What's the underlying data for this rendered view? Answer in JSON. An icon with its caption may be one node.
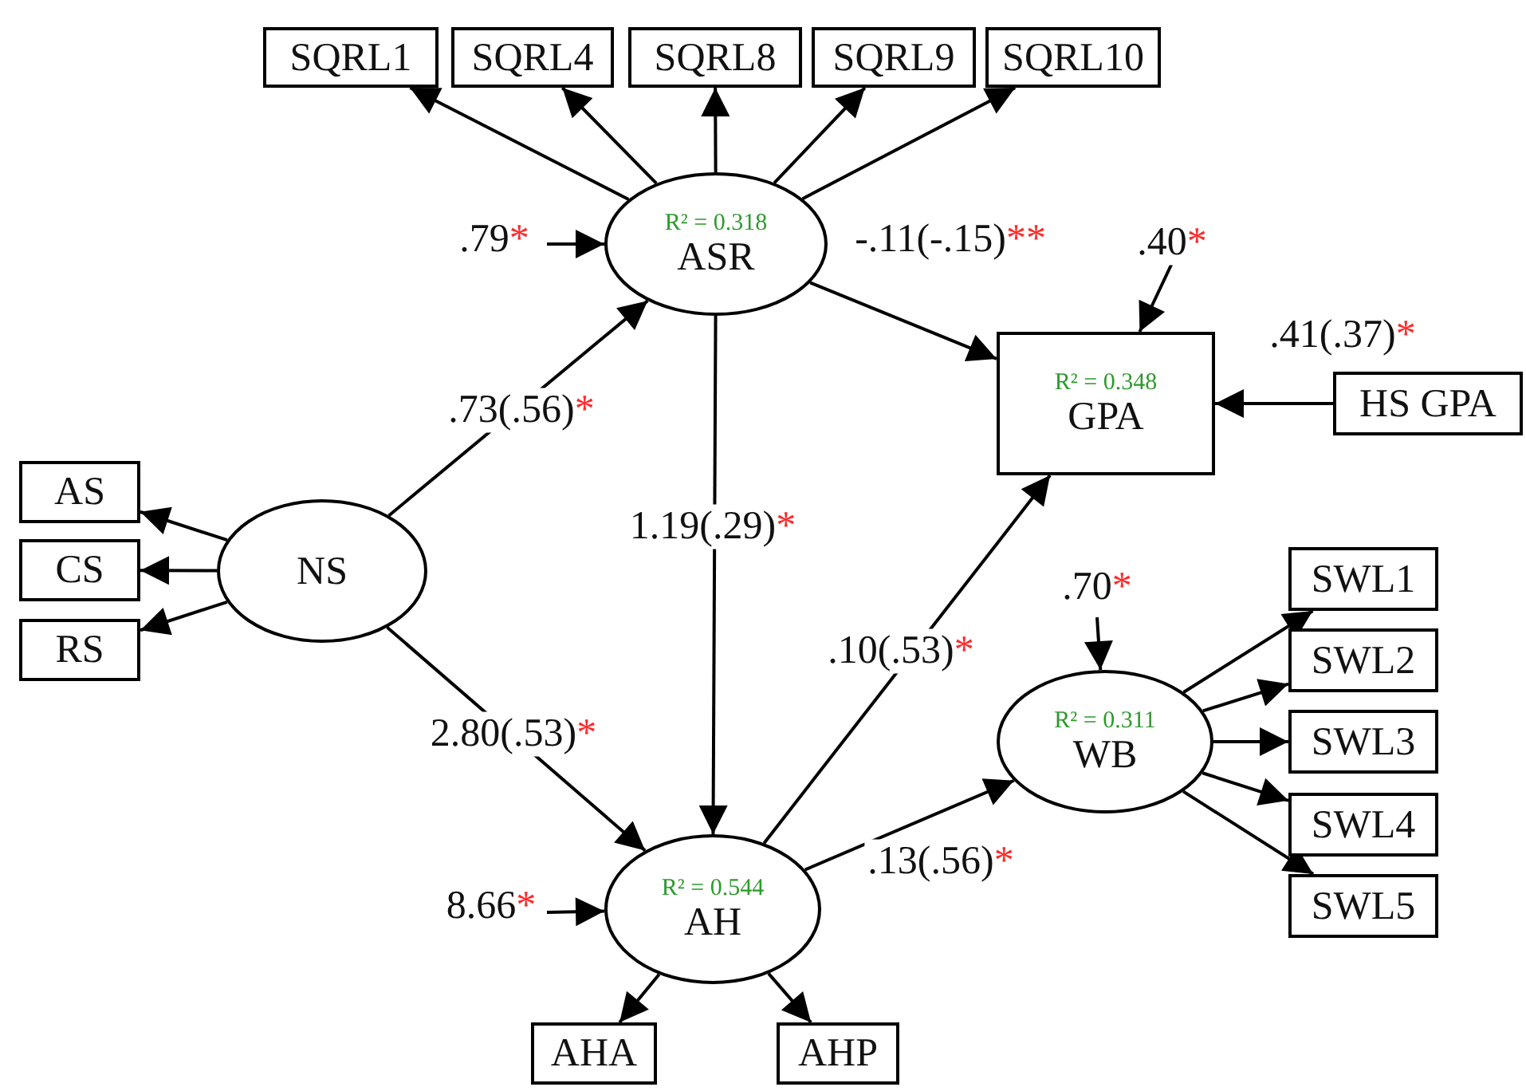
{
  "diagram": {
    "nodes": [
      {
        "text": [
          "SQRL1"
        ]
      },
      {
        "text": [
          "SQRL4"
        ]
      },
      {
        "text": [
          "SQRL8"
        ]
      },
      {
        "text": [
          "SQRL9"
        ]
      },
      {
        "text": [
          "SQRL10"
        ]
      },
      {
        "text": [
          "R² = 0.318",
          "ASR"
        ]
      },
      {
        "text": [
          "R² = 0.348",
          "GPA"
        ]
      },
      {
        "text": [
          "HS GPA"
        ]
      },
      {
        "text": [
          "AS"
        ]
      },
      {
        "text": [
          "CS"
        ]
      },
      {
        "text": [
          "RS"
        ]
      },
      {
        "text": [
          "NS"
        ]
      },
      {
        "text": [
          "SWL1"
        ]
      },
      {
        "text": [
          "SWL2"
        ]
      },
      {
        "text": [
          "SWL3"
        ]
      },
      {
        "text": [
          "SWL4"
        ]
      },
      {
        "text": [
          "SWL5"
        ]
      },
      {
        "text": [
          "R² = 0.311",
          "WB"
        ]
      },
      {
        "text": [
          "R² = 0.544",
          "AH"
        ]
      },
      {
        "text": [
          "AHA"
        ]
      },
      {
        "text": [
          "AHP"
        ]
      }
    ],
    "edges": [
      {
        "from": 5,
        "to": 0,
        "arrow": "to"
      },
      {
        "from": 5,
        "to": 1,
        "arrow": "to"
      },
      {
        "from": 5,
        "to": 2,
        "arrow": "to"
      },
      {
        "from": 5,
        "to": 3,
        "arrow": "to"
      },
      {
        "from": 5,
        "to": 4,
        "arrow": "to"
      },
      {
        "from": null,
        "to": 5,
        "arrow": "to",
        "label": ".79*"
      },
      {
        "from": 5,
        "to": 6,
        "arrow": "to",
        "label": "-.11(-.15)**"
      },
      {
        "from": null,
        "to": 6,
        "arrow": "to",
        "label": ".40*"
      },
      {
        "from": 7,
        "to": 6,
        "arrow": "to",
        "label": ".41(.37)*"
      },
      {
        "from": 11,
        "to": 8,
        "arrow": "to"
      },
      {
        "from": 11,
        "to": 9,
        "arrow": "to"
      },
      {
        "from": 11,
        "to": 10,
        "arrow": "to"
      },
      {
        "from": 11,
        "to": 5,
        "arrow": "to",
        "label": ".73(.56)*"
      },
      {
        "from": 11,
        "to": 18,
        "arrow": "to",
        "label": "2.80(.53)*"
      },
      {
        "from": 5,
        "to": 18,
        "arrow": "to",
        "label": "1.19(.29)*"
      },
      {
        "from": 18,
        "to": 6,
        "arrow": "to",
        "label": ".10(.53)*"
      },
      {
        "from": null,
        "to": 17,
        "arrow": "to",
        "label": ".70*"
      },
      {
        "from": 17,
        "to": 12,
        "arrow": "to"
      },
      {
        "from": 17,
        "to": 13,
        "arrow": "to"
      },
      {
        "from": 17,
        "to": 14,
        "arrow": "to"
      },
      {
        "from": 17,
        "to": 15,
        "arrow": "to"
      },
      {
        "from": 17,
        "to": 16,
        "arrow": "to"
      },
      {
        "from": null,
        "to": 18,
        "arrow": "to",
        "label": "8.66*"
      },
      {
        "from": 18,
        "to": 17,
        "arrow": "to",
        "label": ".13(.56)*"
      },
      {
        "from": 18,
        "to": 19,
        "arrow": "to"
      },
      {
        "from": 18,
        "to": 20,
        "arrow": "to"
      }
    ]
  }
}
